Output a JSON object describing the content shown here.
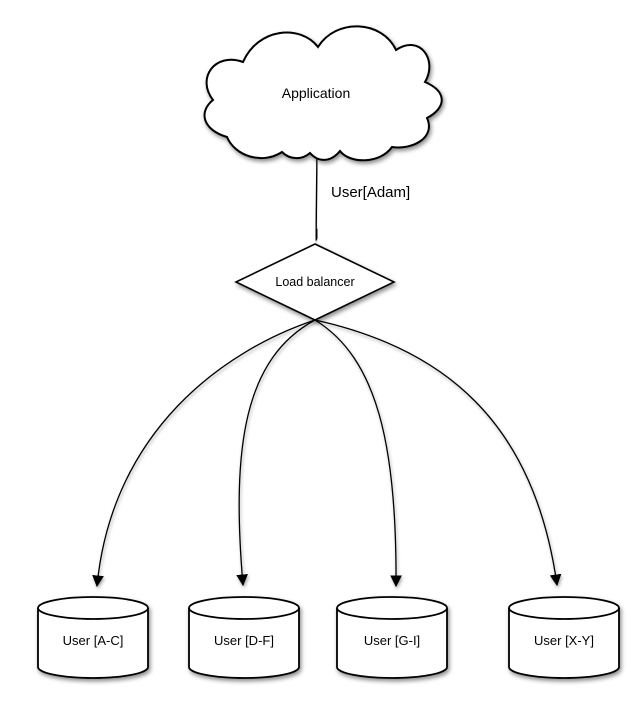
{
  "diagram": {
    "type": "sharding-architecture",
    "colors": {
      "background": "#ffffff",
      "node_fill": "#ffffff",
      "stroke": "#000000",
      "shadow": "rgba(0,0,0,0.45)"
    },
    "nodes": {
      "application": {
        "label": "Application",
        "shape": "cloud"
      },
      "load_balancer": {
        "label": "Load balancer",
        "shape": "diamond"
      },
      "shards": [
        {
          "label": "User [A-C]",
          "shape": "cylinder"
        },
        {
          "label": "User [D-F]",
          "shape": "cylinder"
        },
        {
          "label": "User [G-I]",
          "shape": "cylinder"
        },
        {
          "label": "User [X-Y]",
          "shape": "cylinder"
        }
      ]
    },
    "edges": {
      "app_to_lb_label": "User[Adam]"
    }
  }
}
